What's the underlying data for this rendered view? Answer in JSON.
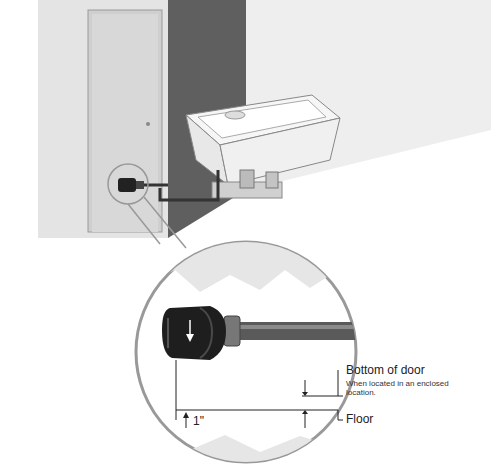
{
  "diagram": {
    "labels": [
      "Bottom of door",
      "When located in an enclosed location.",
      "Floor",
      "1\""
    ]
  }
}
